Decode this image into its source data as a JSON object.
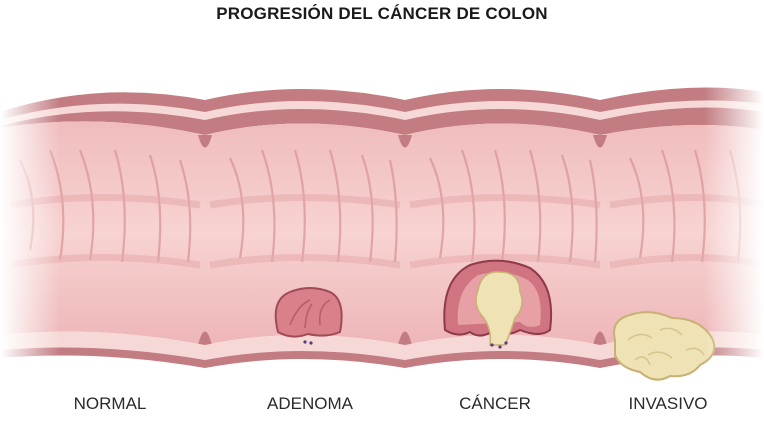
{
  "title": "PROGRESIÓN DEL CÁNCER DE COLON",
  "stages": [
    {
      "label": "NORMAL"
    },
    {
      "label": "ADENOMA"
    },
    {
      "label": "CÁNCER"
    },
    {
      "label": "INVASIVO"
    }
  ],
  "colors": {
    "outer_wall": "#c9858a",
    "outer_wall_top": "#b66b72",
    "lumen": "#f4c9c9",
    "fold": "#e9aeb0",
    "fold_dark": "#d48e92",
    "mucosa_band": "#f9dcd8",
    "polyp": "#d77a84",
    "polyp_dark": "#a84a58",
    "tumor": "#efe2b4",
    "tumor_edge": "#c9b073"
  }
}
